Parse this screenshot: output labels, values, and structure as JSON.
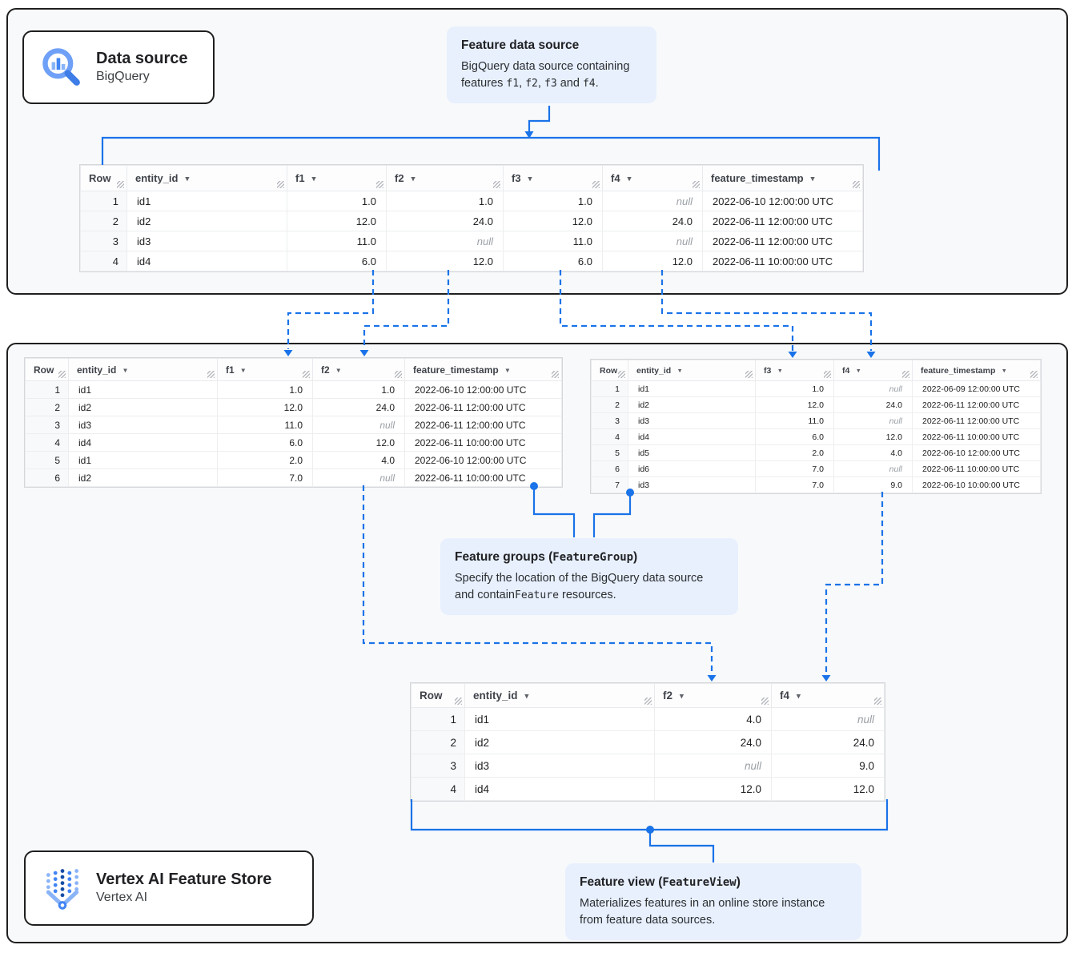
{
  "colors": {
    "accent": "#1a73e8",
    "callout_bg": "#e8f0fe",
    "container_bg": "#f8f9fa",
    "container_border": "#1f1f1f",
    "null_text": "#9aa0a6"
  },
  "icons": {
    "column_menu": "▾",
    "bigquery": "bigquery-magnifier-barchart",
    "vertex_ai": "vertex-ai-dotted-v"
  },
  "badges": {
    "data_source": {
      "title": "Data source",
      "subtitle": "BigQuery"
    },
    "feature_store": {
      "title": "Vertex AI Feature Store",
      "subtitle": "Vertex AI"
    }
  },
  "callouts": {
    "feature_data_source": {
      "title": "Feature data source",
      "body": [
        {
          "text": "BigQuery data source containing features "
        },
        {
          "text": "f1",
          "mono": true
        },
        {
          "text": ", "
        },
        {
          "text": "f2",
          "mono": true
        },
        {
          "text": ", "
        },
        {
          "text": "f3",
          "mono": true
        },
        {
          "text": " and "
        },
        {
          "text": "f4",
          "mono": true
        },
        {
          "text": "."
        }
      ]
    },
    "feature_groups": {
      "title": [
        {
          "text": "Feature groups ("
        },
        {
          "text": "FeatureGroup",
          "mono": true
        },
        {
          "text": ")"
        }
      ],
      "body": [
        {
          "text": "Specify the location of the BigQuery data source and contain"
        },
        {
          "text": "Feature",
          "mono": true
        },
        {
          "text": " resources."
        }
      ]
    },
    "feature_view": {
      "title": [
        {
          "text": "Feature view ("
        },
        {
          "text": "FeatureView",
          "mono": true
        },
        {
          "text": ")"
        }
      ],
      "body": [
        {
          "text": "Materializes features in an online store instance from feature data sources."
        }
      ]
    }
  },
  "tables": {
    "source": {
      "columns": [
        {
          "label": "Row",
          "menu": false,
          "align": "right"
        },
        {
          "label": "entity_id",
          "menu": true,
          "align": "left"
        },
        {
          "label": "f1",
          "menu": true,
          "align": "right"
        },
        {
          "label": "f2",
          "menu": true,
          "align": "right"
        },
        {
          "label": "f3",
          "menu": true,
          "align": "right"
        },
        {
          "label": "f4",
          "menu": true,
          "align": "right"
        },
        {
          "label": "feature_timestamp",
          "menu": true,
          "align": "left"
        }
      ],
      "rows": [
        [
          "1",
          "id1",
          "1.0",
          "1.0",
          "1.0",
          "null",
          "2022-06-10 12:00:00 UTC"
        ],
        [
          "2",
          "id2",
          "12.0",
          "24.0",
          "12.0",
          "24.0",
          "2022-06-11 12:00:00 UTC"
        ],
        [
          "3",
          "id3",
          "11.0",
          "null",
          "11.0",
          "null",
          "2022-06-11 12:00:00 UTC"
        ],
        [
          "4",
          "id4",
          "6.0",
          "12.0",
          "6.0",
          "12.0",
          "2022-06-11 10:00:00 UTC"
        ]
      ]
    },
    "group1": {
      "columns": [
        {
          "label": "Row",
          "menu": false,
          "align": "right"
        },
        {
          "label": "entity_id",
          "menu": true,
          "align": "left"
        },
        {
          "label": "f1",
          "menu": true,
          "align": "right"
        },
        {
          "label": "f2",
          "menu": true,
          "align": "right"
        },
        {
          "label": "feature_timestamp",
          "menu": true,
          "align": "left"
        }
      ],
      "rows": [
        [
          "1",
          "id1",
          "1.0",
          "1.0",
          "2022-06-10 12:00:00 UTC"
        ],
        [
          "2",
          "id2",
          "12.0",
          "24.0",
          "2022-06-11 12:00:00 UTC"
        ],
        [
          "3",
          "id3",
          "11.0",
          "null",
          "2022-06-11 12:00:00 UTC"
        ],
        [
          "4",
          "id4",
          "6.0",
          "12.0",
          "2022-06-11 10:00:00 UTC"
        ],
        [
          "5",
          "id1",
          "2.0",
          "4.0",
          "2022-06-10 12:00:00 UTC"
        ],
        [
          "6",
          "id2",
          "7.0",
          "null",
          "2022-06-11 10:00:00 UTC"
        ]
      ]
    },
    "group2": {
      "columns": [
        {
          "label": "Row",
          "menu": false,
          "align": "right"
        },
        {
          "label": "entity_id",
          "menu": true,
          "align": "left"
        },
        {
          "label": "f3",
          "menu": true,
          "align": "right"
        },
        {
          "label": "f4",
          "menu": true,
          "align": "right"
        },
        {
          "label": "feature_timestamp",
          "menu": true,
          "align": "left"
        }
      ],
      "rows": [
        [
          "1",
          "id1",
          "1.0",
          "null",
          "2022-06-09 12:00:00 UTC"
        ],
        [
          "2",
          "id2",
          "12.0",
          "24.0",
          "2022-06-11 12:00:00 UTC"
        ],
        [
          "3",
          "id3",
          "11.0",
          "null",
          "2022-06-11 12:00:00 UTC"
        ],
        [
          "4",
          "id4",
          "6.0",
          "12.0",
          "2022-06-11 10:00:00 UTC"
        ],
        [
          "5",
          "id5",
          "2.0",
          "4.0",
          "2022-06-10 12:00:00 UTC"
        ],
        [
          "6",
          "id6",
          "7.0",
          "null",
          "2022-06-11 10:00:00 UTC"
        ],
        [
          "7",
          "id3",
          "7.0",
          "9.0",
          "2022-06-10 10:00:00 UTC"
        ]
      ]
    },
    "view": {
      "columns": [
        {
          "label": "Row",
          "menu": false,
          "align": "right"
        },
        {
          "label": "entity_id",
          "menu": true,
          "align": "left"
        },
        {
          "label": "f2",
          "menu": true,
          "align": "right"
        },
        {
          "label": "f4",
          "menu": true,
          "align": "right"
        }
      ],
      "rows": [
        [
          "1",
          "id1",
          "4.0",
          "null"
        ],
        [
          "2",
          "id2",
          "24.0",
          "24.0"
        ],
        [
          "3",
          "id3",
          "null",
          "9.0"
        ],
        [
          "4",
          "id4",
          "12.0",
          "12.0"
        ]
      ]
    }
  }
}
